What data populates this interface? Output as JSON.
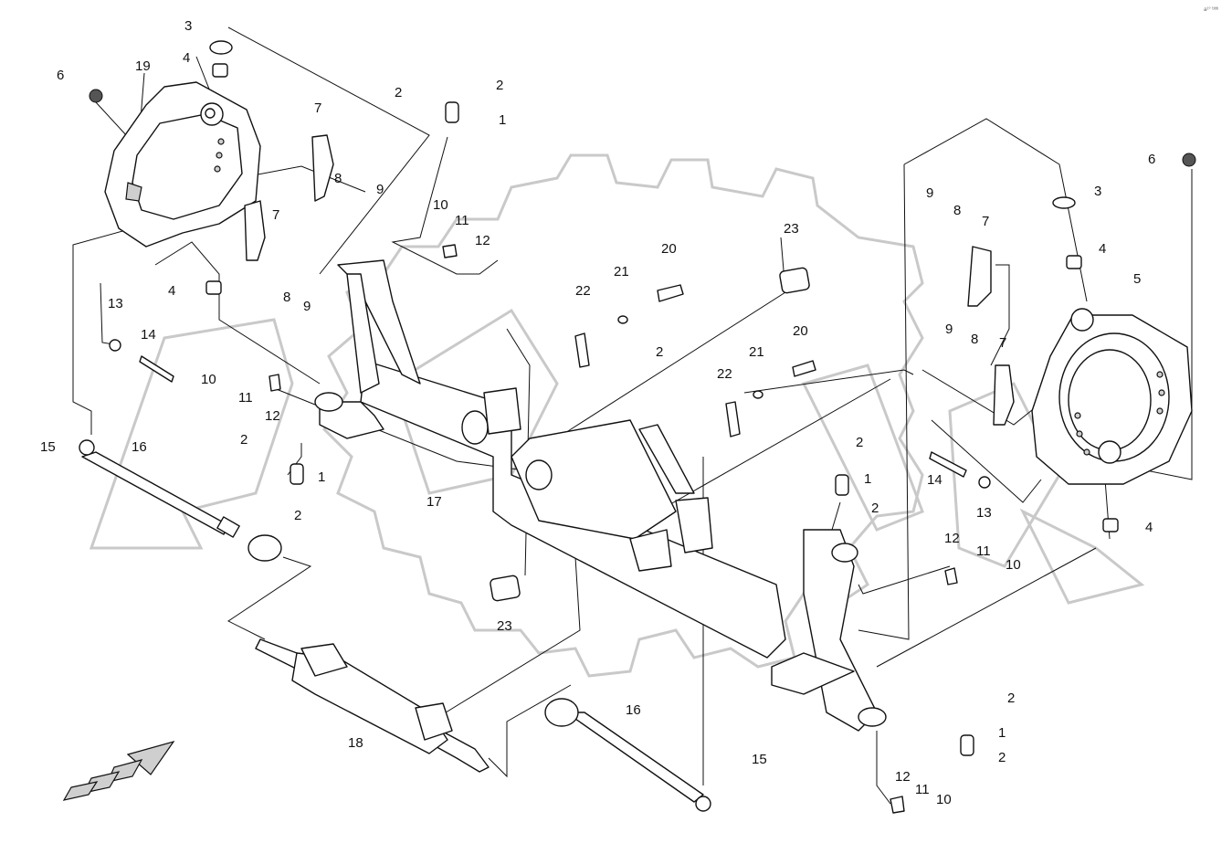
{
  "corner_mark": "а¹° ᵇᵇᵇ",
  "callouts": {
    "n1_a": "1",
    "n1_b": "1",
    "n1_c": "1",
    "n1_d": "1",
    "n2_a": "2",
    "n2_b": "2",
    "n2_c": "2",
    "n2_d": "2",
    "n2_e": "2",
    "n2_f": "2",
    "n2_g": "2",
    "n2_h": "2",
    "n2_i": "2",
    "n3_a": "3",
    "n3_b": "3",
    "n4_a": "4",
    "n4_b": "4",
    "n4_c": "4",
    "n4_d": "4",
    "n5": "5",
    "n6_a": "6",
    "n6_b": "6",
    "n7_a": "7",
    "n7_b": "7",
    "n7_c": "7",
    "n7_d": "7",
    "n8_a": "8",
    "n8_b": "8",
    "n8_c": "8",
    "n8_d": "8",
    "n9_a": "9",
    "n9_b": "9",
    "n9_c": "9",
    "n9_d": "9",
    "n10_a": "10",
    "n10_b": "10",
    "n10_c": "10",
    "n10_d": "10",
    "n11_a": "11",
    "n11_b": "11",
    "n11_c": "11",
    "n11_d": "11",
    "n12_a": "12",
    "n12_b": "12",
    "n12_c": "12",
    "n12_d": "12",
    "n13_a": "13",
    "n13_b": "13",
    "n14_a": "14",
    "n14_b": "14",
    "n15_a": "15",
    "n15_b": "15",
    "n16_a": "16",
    "n16_b": "16",
    "n17": "17",
    "n18": "18",
    "n19": "19",
    "n20_a": "20",
    "n20_b": "20",
    "n21_a": "21",
    "n21_b": "21",
    "n22_a": "22",
    "n22_b": "22",
    "n23_a": "23",
    "n23_b": "23"
  },
  "colors": {
    "ink": "#111111",
    "watermark": "#c9c9c9",
    "fill": "#ffffff"
  }
}
